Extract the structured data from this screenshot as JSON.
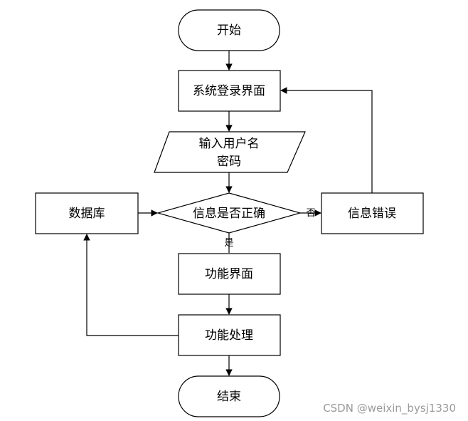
{
  "flowchart": {
    "start": "开始",
    "login": "系统登录界面",
    "input_line1": "输入用户名",
    "input_line2": "密码",
    "check": "信息是否正确",
    "database": "数据库",
    "error": "信息错误",
    "function_ui": "功能界面",
    "function_process": "功能处理",
    "end": "结束",
    "label_no": "否",
    "label_yes": "是"
  },
  "watermark": "CSDN @weixin_bysj1330"
}
